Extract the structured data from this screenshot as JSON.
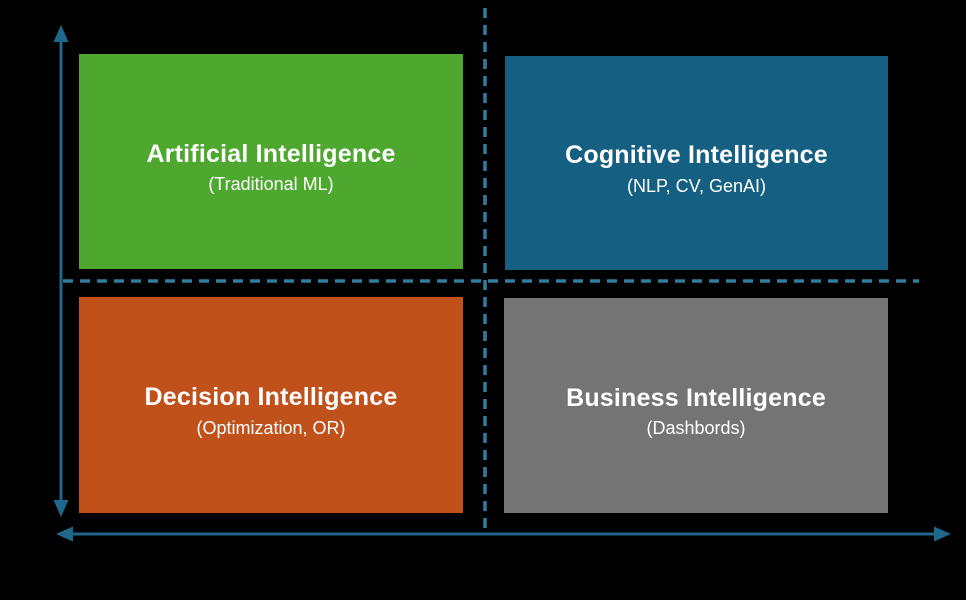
{
  "diagram": {
    "type": "quadrant-matrix",
    "colors": {
      "background": "#000000",
      "axis": "#20688B",
      "dashed_divider": "#2E7EA0",
      "text": "#FFFFFF"
    },
    "quadrants": [
      {
        "id": "artificial-intelligence",
        "position": "top-left",
        "title": "Artificial Intelligence",
        "subtitle": "(Traditional ML)",
        "color": "#4EA72E"
      },
      {
        "id": "cognitive-intelligence",
        "position": "top-right",
        "title": "Cognitive Intelligence",
        "subtitle": "(NLP, CV, GenAI)",
        "color": "#156082"
      },
      {
        "id": "decision-intelligence",
        "position": "bottom-left",
        "title": "Decision Intelligence",
        "subtitle": "(Optimization, OR)",
        "color": "#C1511B"
      },
      {
        "id": "business-intelligence",
        "position": "bottom-right",
        "title": "Business Intelligence",
        "subtitle": "(Dashbords)",
        "color": "#747474"
      }
    ],
    "axes": {
      "y_axis": {
        "style": "solid",
        "arrows": "both-ends",
        "orientation": "vertical"
      },
      "x_axis": {
        "style": "solid",
        "arrows": "both-ends",
        "orientation": "horizontal"
      },
      "vertical_divider": {
        "style": "dashed"
      },
      "horizontal_divider": {
        "style": "dashed"
      }
    }
  }
}
